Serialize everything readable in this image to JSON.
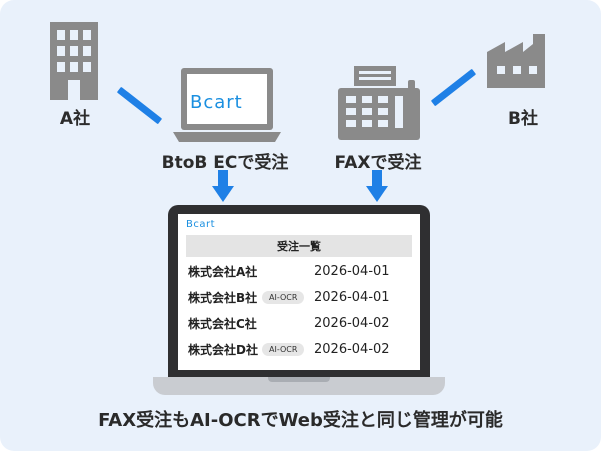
{
  "company_a": {
    "label": "A社",
    "icon": "office-building-icon"
  },
  "company_b": {
    "label": "B社",
    "icon": "factory-icon"
  },
  "left_device": {
    "label": "BtoB ECで受注",
    "brand": "Bcart",
    "icon": "laptop-icon"
  },
  "right_device": {
    "label": "FAXで受注",
    "icon": "fax-machine-icon"
  },
  "order_panel": {
    "brand": "Bcart",
    "header": "受注一覧",
    "rows": [
      {
        "company": "株式会社A社",
        "badge": "",
        "date": "2026-04-01"
      },
      {
        "company": "株式会社B社",
        "badge": "AI-OCR",
        "date": "2026-04-01"
      },
      {
        "company": "株式会社C社",
        "badge": "",
        "date": "2026-04-02"
      },
      {
        "company": "株式会社D社",
        "badge": "AI-OCR",
        "date": "2026-04-02"
      }
    ]
  },
  "caption": "FAX受注もAI-OCRでWeb受注と同じ管理が可能",
  "colors": {
    "accent": "#1f80e6",
    "icon_gray": "#8a8a8a",
    "background": "#e9f1fb"
  }
}
